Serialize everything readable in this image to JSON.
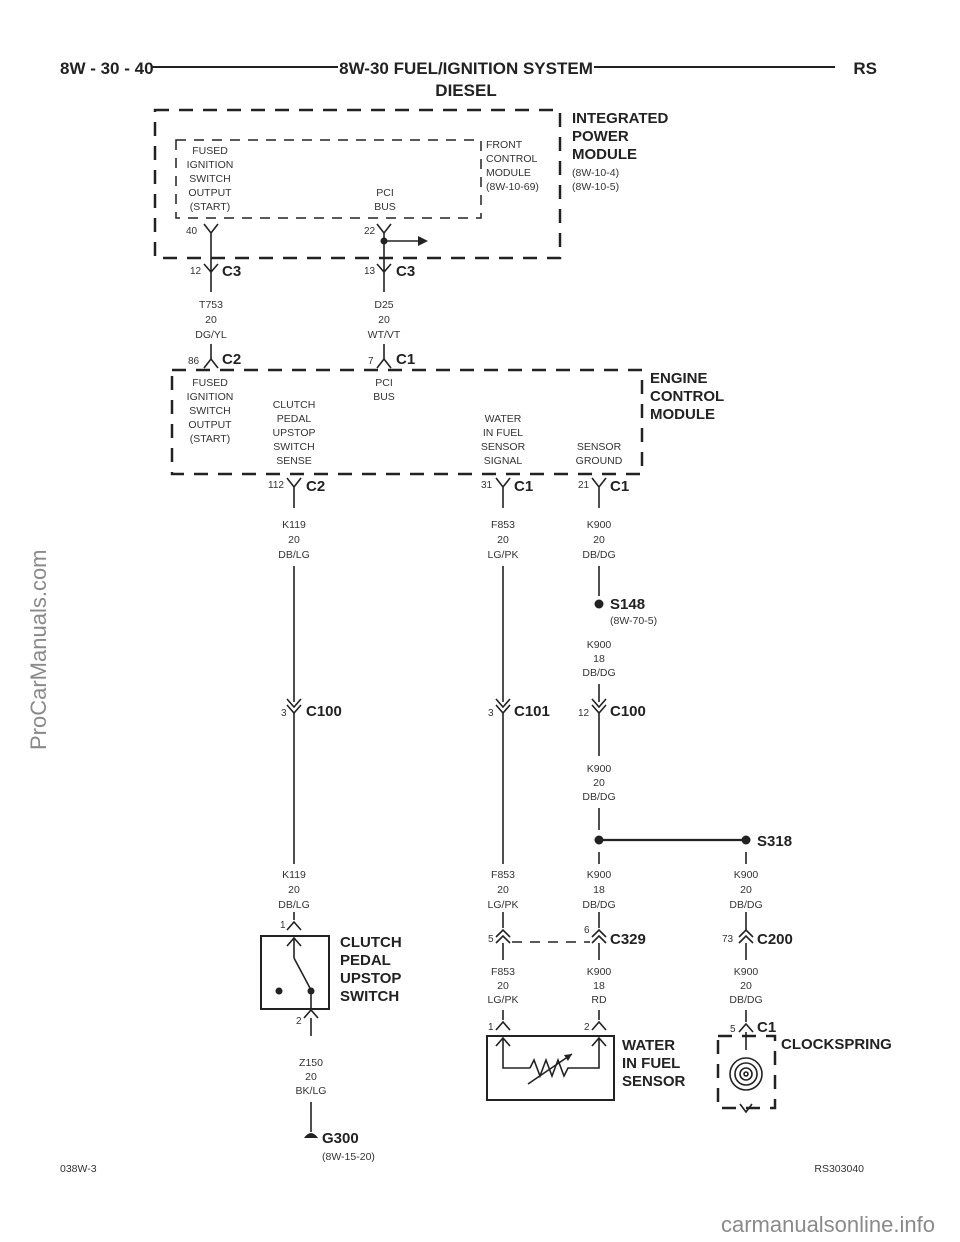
{
  "header": {
    "page_number": "8W - 30 - 40",
    "title": "8W-30 FUEL/IGNITION SYSTEM",
    "subtitle": "DIESEL",
    "code": "RS"
  },
  "ipm": {
    "title": [
      "INTEGRATED",
      "POWER",
      "MODULE"
    ],
    "refs": [
      "(8W-10-4)",
      "(8W-10-5)"
    ],
    "fcm": [
      "FRONT",
      "CONTROL",
      "MODULE",
      "(8W-10-69)"
    ],
    "fused_output": [
      "FUSED",
      "IGNITION",
      "SWITCH",
      "OUTPUT",
      "(START)"
    ],
    "pci_bus": [
      "PCI",
      "BUS"
    ],
    "pin_fused": "40",
    "pin_pci": "22"
  },
  "c3_left": {
    "pin": "12",
    "name": "C3",
    "wire": [
      "T753",
      "20",
      "DG/YL"
    ]
  },
  "c3_right": {
    "pin": "13",
    "name": "C3",
    "wire": [
      "D25",
      "20",
      "WT/VT"
    ]
  },
  "ecm": {
    "title": [
      "ENGINE",
      "CONTROL",
      "MODULE"
    ],
    "c2_pin": "86",
    "c2_name": "C2",
    "c1_pin": "7",
    "c1_name": "C1",
    "fused_output": [
      "FUSED",
      "IGNITION",
      "SWITCH",
      "OUTPUT",
      "(START)"
    ],
    "pci_bus": [
      "PCI",
      "BUS"
    ],
    "clutch_sense": [
      "CLUTCH",
      "PEDAL",
      "UPSTOP",
      "SWITCH",
      "SENSE"
    ],
    "wif_signal": [
      "WATER",
      "IN FUEL",
      "SENSOR",
      "SIGNAL"
    ],
    "sensor_ground": [
      "SENSOR",
      "GROUND"
    ],
    "out_clutch": {
      "pin": "112",
      "name": "C2"
    },
    "out_wif": {
      "pin": "31",
      "name": "C1"
    },
    "out_ground": {
      "pin": "21",
      "name": "C1"
    }
  },
  "wires": {
    "k119_top": [
      "K119",
      "20",
      "DB/LG"
    ],
    "f853_top": [
      "F853",
      "20",
      "LG/PK"
    ],
    "k900_top": [
      "K900",
      "20",
      "DB/DG"
    ],
    "k900_18": [
      "K900",
      "18",
      "DB/DG"
    ],
    "k900_mid": [
      "K900",
      "20",
      "DB/DG"
    ],
    "k119_bot": [
      "K119",
      "20",
      "DB/LG"
    ],
    "f853_bot": [
      "F853",
      "20",
      "LG/PK"
    ],
    "k900_18b": [
      "K900",
      "18",
      "DB/DG"
    ],
    "k900_right": [
      "K900",
      "20",
      "DB/DG"
    ],
    "f853_sensor": [
      "F853",
      "20",
      "LG/PK"
    ],
    "k900_rd": [
      "K900",
      "18",
      "RD"
    ],
    "k900_clock": [
      "K900",
      "20",
      "DB/DG"
    ],
    "z150": [
      "Z150",
      "20",
      "BK/LG"
    ]
  },
  "splices": {
    "s148": {
      "name": "S148",
      "ref": "(8W-70-5)"
    },
    "s318": {
      "name": "S318"
    }
  },
  "connectors": {
    "c100a": {
      "pin": "3",
      "name": "C100"
    },
    "c101": {
      "pin": "3",
      "name": "C101"
    },
    "c100b": {
      "pin": "12",
      "name": "C100"
    },
    "c329": {
      "pin_left": "5",
      "pin_right": "6",
      "name": "C329"
    },
    "c200": {
      "pin": "73",
      "name": "C200"
    },
    "c1_clock": {
      "pin": "5",
      "name": "C1"
    }
  },
  "components": {
    "clutch_switch": {
      "title": [
        "CLUTCH",
        "PEDAL",
        "UPSTOP",
        "SWITCH"
      ],
      "pin_top": "1",
      "pin_bot": "2"
    },
    "wif_sensor": {
      "title": [
        "WATER",
        "IN FUEL",
        "SENSOR"
      ],
      "pin1": "1",
      "pin2": "2"
    },
    "clockspring": {
      "title": "CLOCKSPRING"
    }
  },
  "ground": {
    "name": "G300",
    "ref": "(8W-15-20)"
  },
  "footer": {
    "left": "038W-3",
    "right": "RS303040"
  },
  "watermarks": {
    "side": "ProCarManuals.com",
    "bottom": "carmanualsonline.info"
  }
}
